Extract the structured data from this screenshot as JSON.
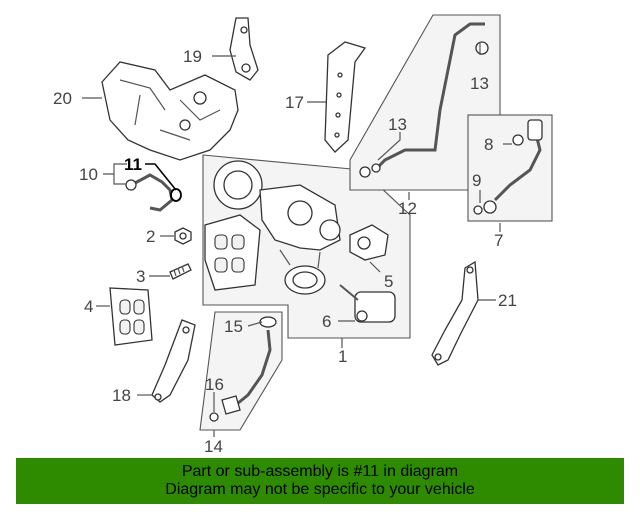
{
  "callouts": {
    "c1": "1",
    "c2": "2",
    "c3": "3",
    "c4": "4",
    "c5": "5",
    "c6": "6",
    "c7": "7",
    "c8": "8",
    "c9": "9",
    "c10": "10",
    "c11": "11",
    "c12": "12",
    "c13a": "13",
    "c13b": "13",
    "c14": "14",
    "c15": "15",
    "c16": "16",
    "c17": "17",
    "c18": "18",
    "c19": "19",
    "c20": "20",
    "c21": "21"
  },
  "banner": {
    "line1": "Part or sub-assembly is #11 in diagram",
    "line2": "Diagram may not be specific to your vehicle",
    "color": "#2e8b00"
  },
  "highlight_color": "#000000"
}
